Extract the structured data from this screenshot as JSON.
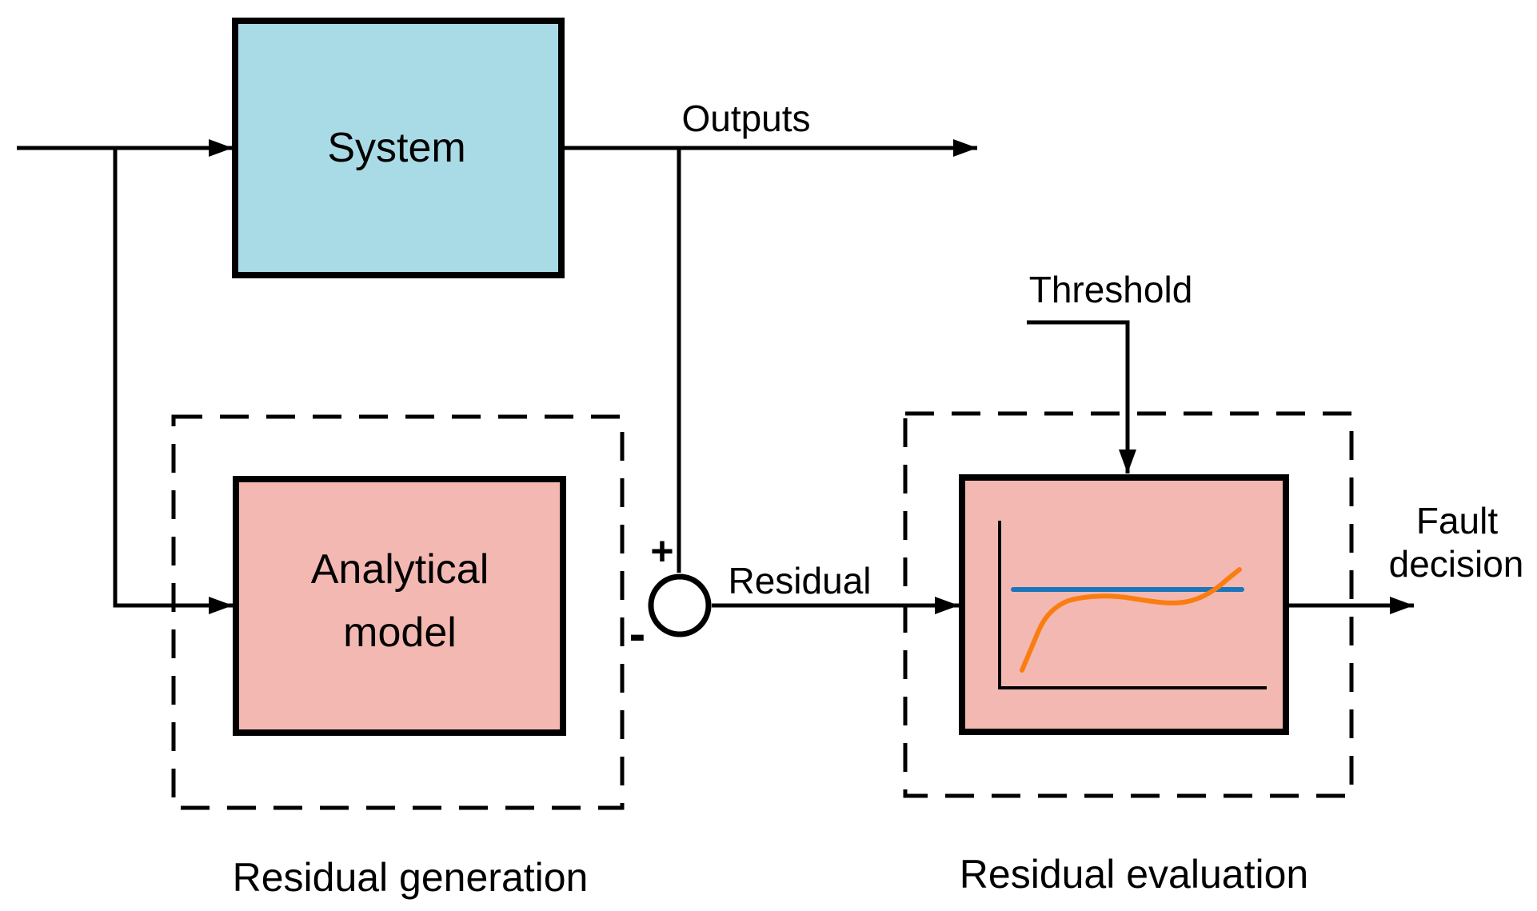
{
  "diagram": {
    "title_domain": "fault-detection-block-diagram",
    "blocks": {
      "system": {
        "label": "System"
      },
      "analytical_model": {
        "label_line1": "Analytical",
        "label_line2": "model"
      },
      "residual_evaluation_block": {
        "content": "mini plot of residual vs threshold"
      }
    },
    "zones": {
      "residual_generation": {
        "label": "Residual generation"
      },
      "residual_evaluation": {
        "label": "Residual evaluation"
      }
    },
    "signals": {
      "outputs": "Outputs",
      "residual": "Residual",
      "threshold": "Threshold",
      "fault_decision_line1": "Fault",
      "fault_decision_line2": "decision",
      "sum_plus": "+",
      "sum_minus": "-"
    },
    "colors": {
      "system_fill": "#a9dbe6",
      "model_fill": "#f4b8b2",
      "evaluation_fill": "#f4b8b2",
      "threshold_line": "#1b75bc",
      "residual_curve": "#fa7d10",
      "lines_and_text": "#000000",
      "background": "#ffffff"
    },
    "mini_plot": {
      "type": "line",
      "axes_labeled": false,
      "series": [
        {
          "name": "threshold",
          "color": "#1b75bc",
          "shape": "horizontal constant line"
        },
        {
          "name": "residual",
          "color": "#fa7d10",
          "shape": "rises steeply, plateaus, then rises and crosses the threshold near the right end"
        }
      ]
    }
  }
}
